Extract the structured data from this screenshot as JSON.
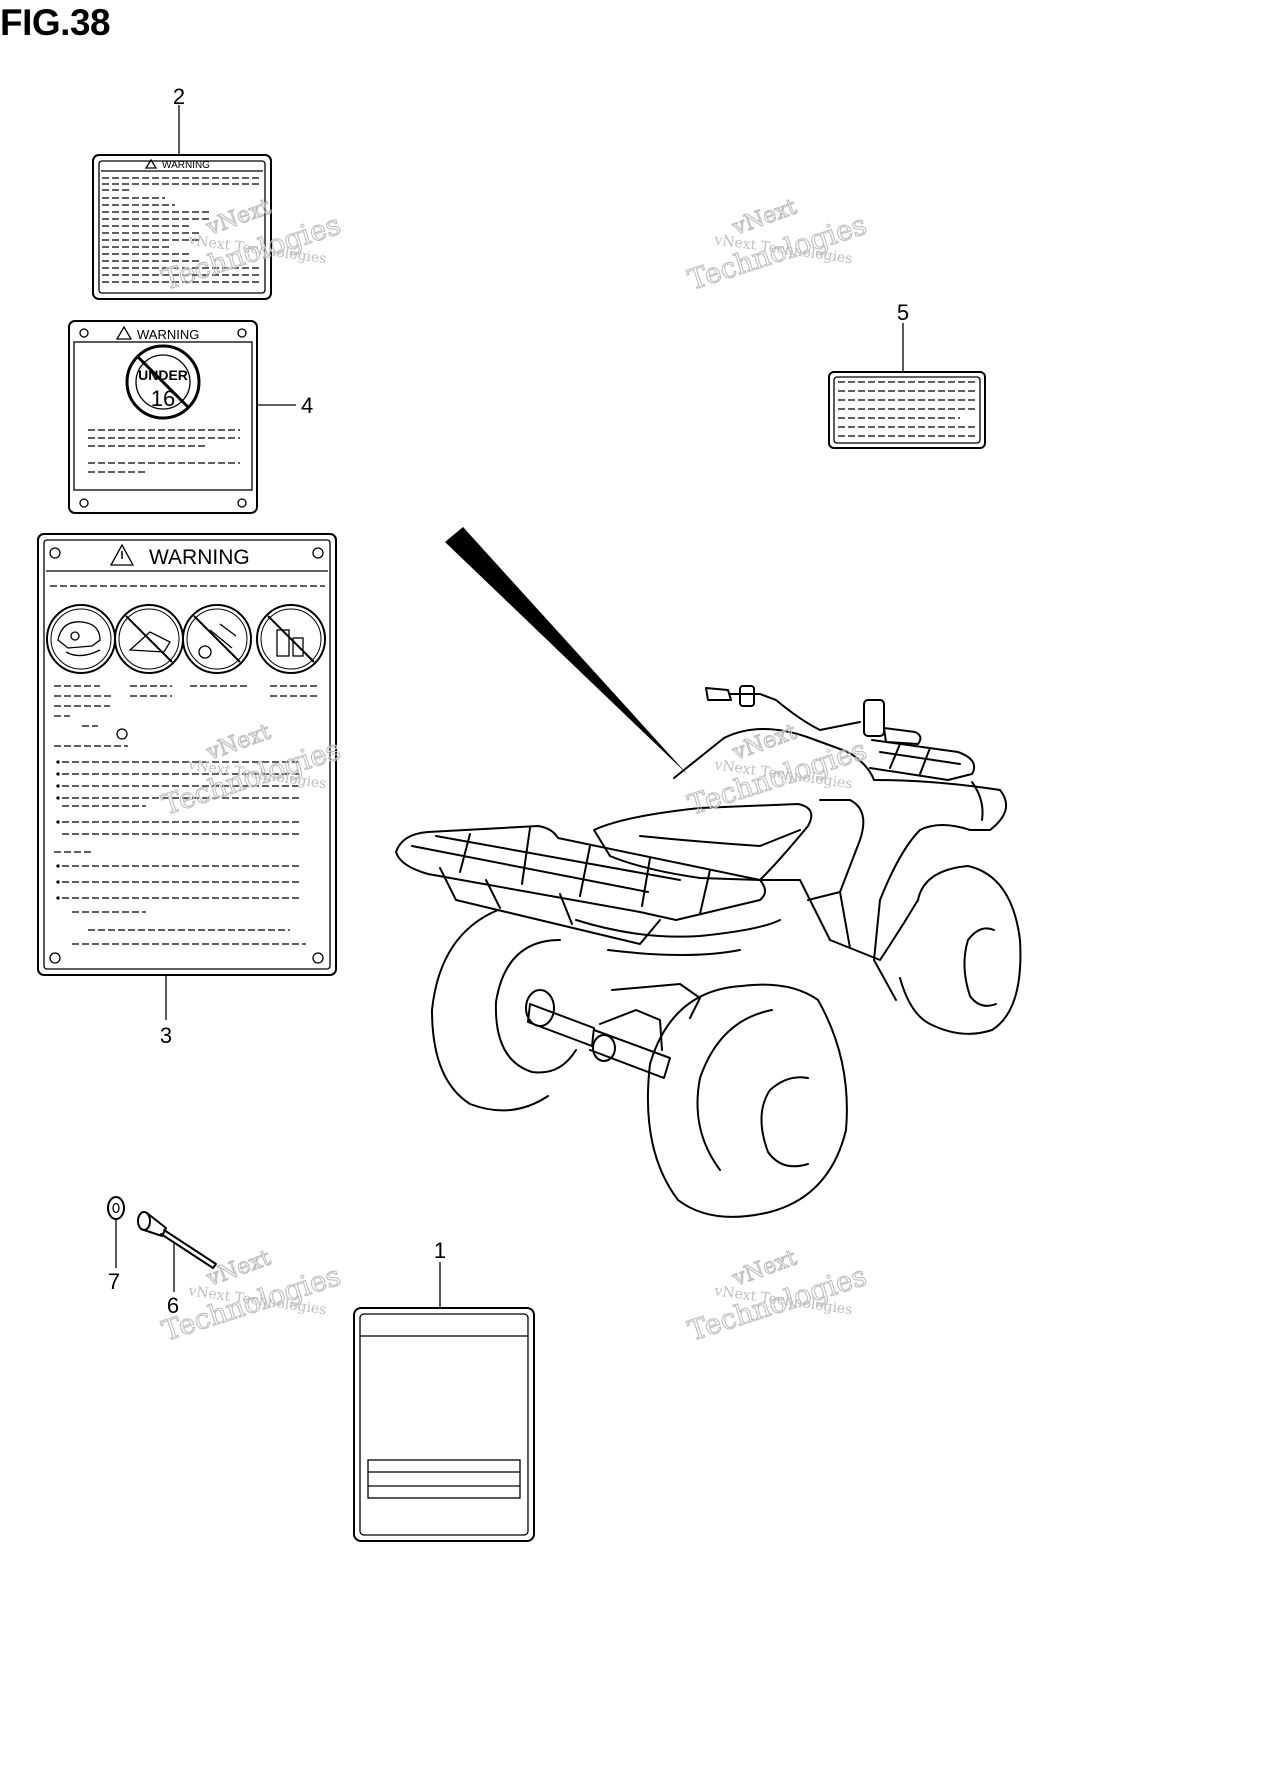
{
  "figure": {
    "title": "FIG.38"
  },
  "labels": {
    "label_2_heading": "WARNING",
    "label_4_heading": "WARNING",
    "label_4_sign_top": "UNDER",
    "label_4_sign_number": "16",
    "label_3_heading": "WARNING"
  },
  "callouts": [
    "1",
    "2",
    "3",
    "4",
    "5",
    "6",
    "7"
  ],
  "watermark": {
    "line1": "vNext",
    "line2": "vNext Technologies",
    "line3": "Technologies"
  }
}
